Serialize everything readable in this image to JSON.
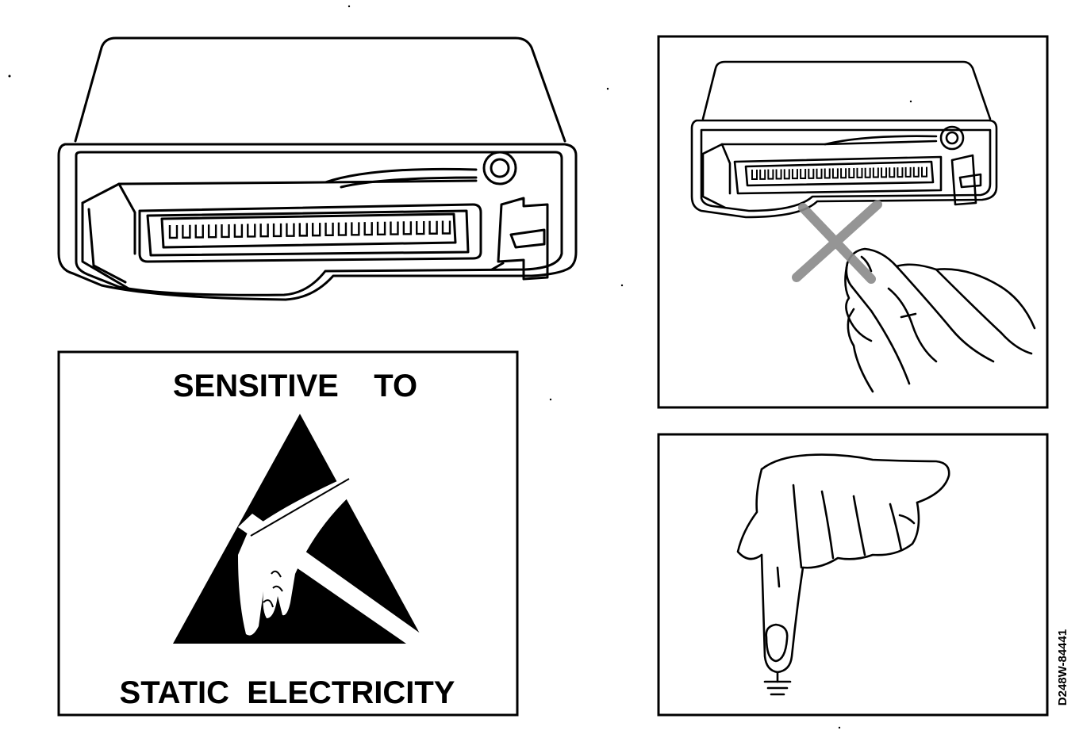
{
  "warning_panel": {
    "line1": "SENSITIVE    TO",
    "line2": "STATIC  ELECTRICITY"
  },
  "figure_code": "D248W-84441",
  "colors": {
    "ink": "#000000",
    "paper": "#ffffff",
    "cross": "#8a8a8a"
  }
}
